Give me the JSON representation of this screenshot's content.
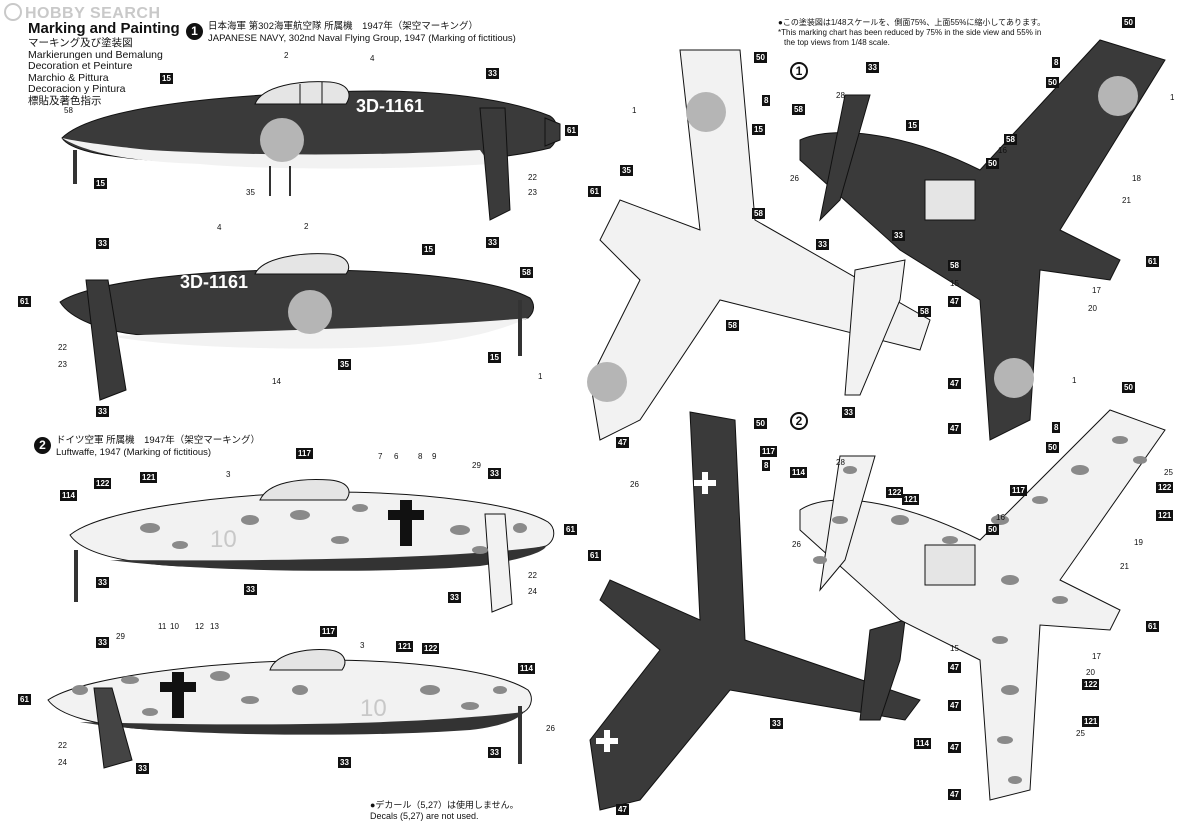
{
  "watermark": "HOBBY SEARCH",
  "legend": {
    "title": "Marking and Painting",
    "lines": [
      "マーキング及び塗装図",
      "Markierungen und Bemalung",
      "Decoration et Peinture",
      "Marchio & Pittura",
      "Decoracion y Pintura",
      "標貼及著色指示"
    ]
  },
  "scheme1": {
    "badge": "1",
    "title_jp": "日本海軍 第302海軍航空隊 所属機　1947年（架空マーキング）",
    "title_en": "JAPANESE NAVY, 302nd Naval Flying Group, 1947 (Marking of fictitious)",
    "code": "3D-1161"
  },
  "scheme2": {
    "badge": "2",
    "title_jp": "ドイツ空軍 所属機　1947年（架空マーキング）",
    "title_en": "Luftwaffe, 1947 (Marking of fictitious)",
    "code": "10"
  },
  "scale_note": {
    "jp": "●この塗装図は1/48スケールを、側面75%、上面55%に縮小してあります。",
    "en1": "*This marking chart has been reduced by 75% in the side view and 55% in",
    "en2": "the top views from 1/48 scale."
  },
  "top_badges": {
    "s1": "1",
    "s2": "2"
  },
  "decal_note": {
    "jp": "●デカール（5,27）は使用しません。",
    "en": "Decals (5,27) are not used."
  },
  "colors": {
    "dark": "#3a3a3a",
    "light": "#f2f2f2",
    "hinomaru": "#b5b5b5",
    "camo": "#8a8a8a",
    "outline": "#111111"
  },
  "callouts": {
    "side1": [
      "58",
      "15",
      "2",
      "4",
      "33",
      "61",
      "15",
      "35",
      "22",
      "23",
      "33"
    ],
    "side2": [
      "33",
      "4",
      "2",
      "15",
      "58",
      "61",
      "22",
      "23",
      "14",
      "35",
      "15",
      "33"
    ],
    "side3": [
      "114",
      "122",
      "121",
      "3",
      "117",
      "7",
      "6",
      "8",
      "9",
      "29",
      "33",
      "61",
      "33",
      "33",
      "22",
      "24",
      "33"
    ],
    "side4": [
      "33",
      "29",
      "11",
      "10",
      "12",
      "13",
      "117",
      "3",
      "121",
      "122",
      "114",
      "61",
      "22",
      "24",
      "33",
      "33",
      "33"
    ],
    "top1a": [
      "50",
      "1",
      "8",
      "15",
      "35",
      "61",
      "58",
      "58",
      "1",
      "47"
    ],
    "top1b": [
      "33",
      "28",
      "58",
      "15",
      "26",
      "33",
      "33",
      "58",
      "33"
    ],
    "top1c": [
      "50",
      "8",
      "50",
      "1",
      "58",
      "16",
      "50",
      "18",
      "21",
      "58",
      "61",
      "15",
      "47",
      "17",
      "20",
      "47",
      "1",
      "47"
    ],
    "top2a": [
      "50",
      "117",
      "8",
      "26",
      "61",
      "33",
      "114",
      "26",
      "47"
    ],
    "top2b": [
      "114",
      "28",
      "122",
      "121",
      "26"
    ],
    "top2c": [
      "50",
      "8",
      "50",
      "25",
      "117",
      "122",
      "16",
      "50",
      "121",
      "19",
      "21",
      "15",
      "61",
      "47",
      "17",
      "20",
      "122",
      "47",
      "121",
      "25",
      "47",
      "47"
    ]
  }
}
